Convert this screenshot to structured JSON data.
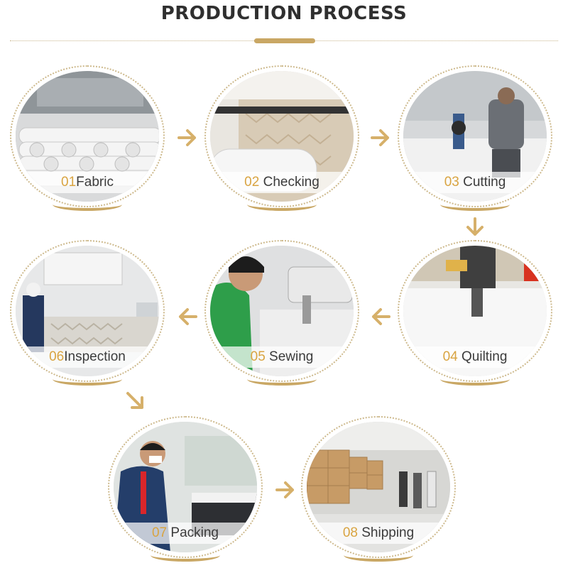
{
  "title": "PRODUCTION PROCESS",
  "accent": "#c9a764",
  "number_color": "#d9a441",
  "steps": [
    {
      "num": "01",
      "name": "Fabric"
    },
    {
      "num": "02",
      "name": "Checking"
    },
    {
      "num": "03",
      "name": "Cutting"
    },
    {
      "num": "04",
      "name": "Quilting"
    },
    {
      "num": "05",
      "name": "Sewing"
    },
    {
      "num": "06",
      "name": "Inspection"
    },
    {
      "num": "07",
      "name": "Packing"
    },
    {
      "num": "08",
      "name": "Shipping"
    }
  ],
  "arrow_icons": [
    "arrow-right-icon",
    "arrow-right-icon",
    "arrow-down-icon",
    "arrow-left-icon",
    "arrow-left-icon",
    "arrow-down-right-icon",
    "arrow-right-icon"
  ]
}
